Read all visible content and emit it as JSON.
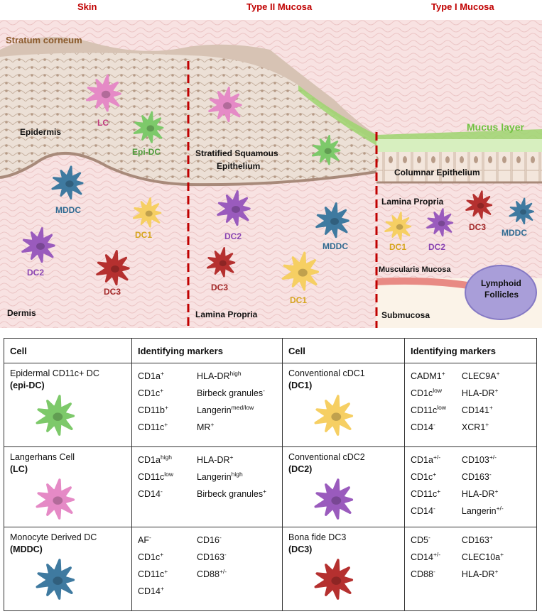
{
  "colors": {
    "region_title": "#c00000",
    "divider": "#c00000",
    "epi_dc": "#7dc96a",
    "lc": "#e58ac6",
    "mddc": "#3f7aa0",
    "dc1": "#f6cf63",
    "dc2": "#9a5bbd",
    "dc3": "#b5302f",
    "mucus": "#9ed56e",
    "dermis": "#f8e2e2",
    "lymphoid": "#a99ed9"
  },
  "diagram": {
    "regions": [
      "Skin",
      "Type II Mucosa",
      "Type I Mucosa"
    ],
    "tissue_labels": {
      "stratum_corneum": "Stratum corneum",
      "epidermis": "Epidermis",
      "dermis": "Dermis",
      "stratified": "Stratified Squamous",
      "epithelium": "Epithelium",
      "lamina_propria_ii": "Lamina Propria",
      "mucus": "Mucus layer",
      "columnar": "Columnar Epithelium",
      "lamina_propria_i": "Lamina Propria",
      "muscularis": "Muscularis Mucosa",
      "lymphoid_1": "Lymphoid",
      "lymphoid_2": "Follicles",
      "submucosa": "Submucosa"
    },
    "cell_labels": {
      "lc": "LC",
      "epi_dc": "Epi-DC",
      "mddc": "MDDC",
      "dc1": "DC1",
      "dc2": "DC2",
      "dc3": "DC3"
    }
  },
  "table": {
    "headers": [
      "Cell",
      "Identifying markers",
      "Cell",
      "Identifying markers"
    ],
    "rows": [
      {
        "left": {
          "name": "Epidermal CD11c+ DC",
          "abbr": "(epi-DC)",
          "icon": "epi-dc-cell-icon",
          "markers_a": [
            [
              "CD1a",
              "+"
            ],
            [
              "CD1c",
              "+"
            ],
            [
              "CD11b",
              "+"
            ],
            [
              "CD11c",
              "+"
            ]
          ],
          "markers_b": [
            [
              "HLA-DR",
              "high"
            ],
            [
              "Birbeck granules",
              "-"
            ],
            [
              "Langerin",
              "med/low"
            ],
            [
              "MR",
              "+"
            ]
          ]
        },
        "right": {
          "name": "Conventional cDC1",
          "abbr": "(DC1)",
          "icon": "dc1-cell-icon",
          "markers_a": [
            [
              "CADM1",
              "+"
            ],
            [
              "CD1c",
              "low"
            ],
            [
              "CD11c",
              "low"
            ],
            [
              "CD14",
              "-"
            ]
          ],
          "markers_b": [
            [
              "CLEC9A",
              "+"
            ],
            [
              "HLA-DR",
              "+"
            ],
            [
              "CD141",
              "+"
            ],
            [
              "XCR1",
              "+"
            ]
          ]
        }
      },
      {
        "left": {
          "name": "Langerhans Cell",
          "abbr": "(LC)",
          "icon": "lc-cell-icon",
          "markers_a": [
            [
              "CD1a",
              "high"
            ],
            [
              "CD11c",
              "low"
            ],
            [
              "CD14",
              "-"
            ]
          ],
          "markers_b": [
            [
              "HLA-DR",
              "+"
            ],
            [
              "Langerin",
              "high"
            ],
            [
              "Birbeck granules",
              "+"
            ]
          ]
        },
        "right": {
          "name": "Conventional cDC2",
          "abbr": "(DC2)",
          "icon": "dc2-cell-icon",
          "markers_a": [
            [
              "CD1a",
              "+/-"
            ],
            [
              "CD1c",
              "+"
            ],
            [
              "CD11c",
              "+"
            ],
            [
              "CD14",
              "-"
            ]
          ],
          "markers_b": [
            [
              "CD103",
              "+/-"
            ],
            [
              "CD163",
              "-"
            ],
            [
              "HLA-DR",
              "+"
            ],
            [
              "Langerin",
              "+/-"
            ]
          ]
        }
      },
      {
        "left": {
          "name": "Monocyte Derived DC",
          "abbr": "(MDDC)",
          "icon": "mddc-cell-icon",
          "markers_a": [
            [
              "AF",
              "-"
            ],
            [
              "CD1c",
              "+"
            ],
            [
              "CD11c",
              "+"
            ],
            [
              "CD14",
              "+"
            ]
          ],
          "markers_b": [
            [
              "CD16",
              "-"
            ],
            [
              "CD163",
              "-"
            ],
            [
              "CD88",
              "+/-"
            ]
          ]
        },
        "right": {
          "name": "Bona fide DC3",
          "abbr": "(DC3)",
          "icon": "dc3-cell-icon",
          "markers_a": [
            [
              "CD5",
              "-"
            ],
            [
              "CD14",
              "+/-"
            ],
            [
              "CD88",
              "-"
            ]
          ],
          "markers_b": [
            [
              "CD163",
              "+"
            ],
            [
              "CLEC10a",
              "+"
            ],
            [
              "HLA-DR",
              "+"
            ]
          ]
        }
      }
    ]
  }
}
